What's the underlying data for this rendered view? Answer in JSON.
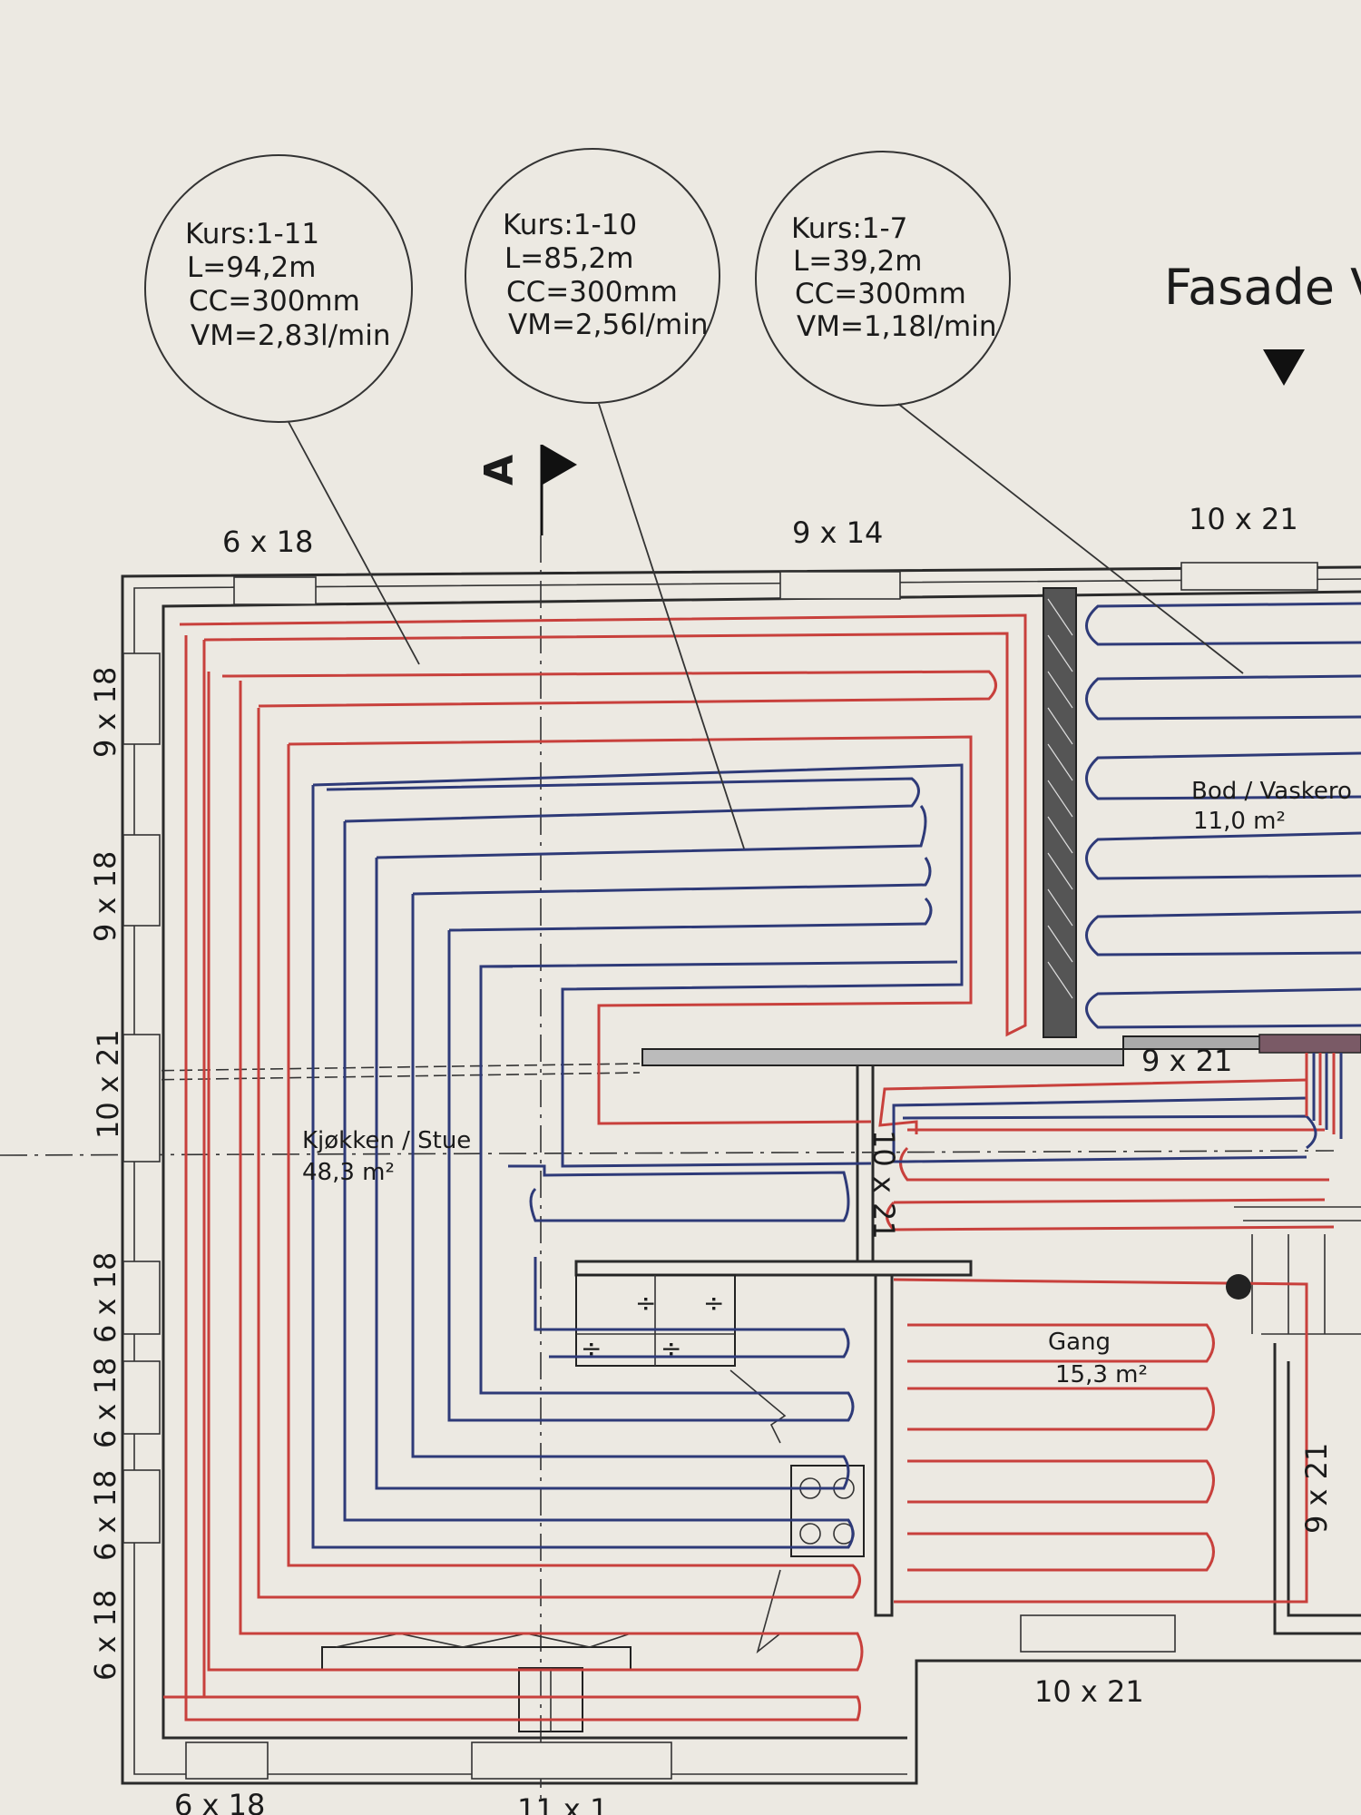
{
  "colors": {
    "paper": "#ece9e2",
    "supply_loop": "#c8403c",
    "return_loop": "#2e3a78",
    "ink": "#1b1b1b"
  },
  "header": {
    "title": "Fasade V"
  },
  "section_marker": {
    "label": "A"
  },
  "circuits": [
    {
      "kurs": "Kurs:1-11",
      "length": "L=94,2m",
      "cc": "CC=300mm",
      "flow": "VM=2,83l/min"
    },
    {
      "kurs": "Kurs:1-10",
      "length": "L=85,2m",
      "cc": "CC=300mm",
      "flow": "VM=2,56l/min"
    },
    {
      "kurs": "Kurs:1-7",
      "length": "L=39,2m",
      "cc": "CC=300mm",
      "flow": "VM=1,18l/min"
    }
  ],
  "dimensions": {
    "top_left": "6 x 18",
    "top_middle": "9 x 14",
    "top_right": "10 x 21",
    "left_1": "9 x 18",
    "left_2": "9 x 18",
    "left_3": "10 x 21",
    "left_4": "6 x 18",
    "left_5": "6 x 18",
    "left_6": "6 x 18",
    "left_7": "6 x 18",
    "inner_door": "9 x 21",
    "inner_door_vertical": "10 x 21",
    "right_vertical": "9 x 21",
    "bottom_door": "10 x 21",
    "bottom_left": "6 x 18",
    "bottom_partial": "11 x 1"
  },
  "rooms": {
    "kitchen_name": "Kjøkken / Stue",
    "kitchen_area": "48,3 m²",
    "hall_name": "Gang",
    "hall_area": "15,3 m²",
    "utility_name": "Bod / Vaskero",
    "utility_area": "11,0 m²"
  }
}
